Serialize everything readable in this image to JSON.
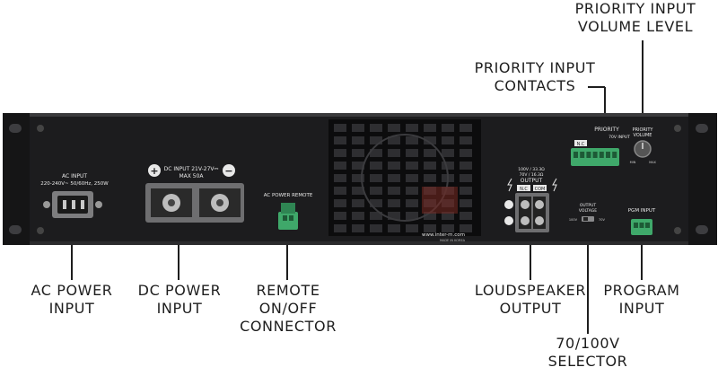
{
  "callouts": {
    "priority_volume": [
      "PRIORITY INPUT",
      "VOLUME LEVEL"
    ],
    "priority_contacts": [
      "PRIORITY INPUT",
      "CONTACTS"
    ],
    "ac_power": [
      "AC POWER",
      "INPUT"
    ],
    "dc_power": [
      "DC POWER",
      "INPUT"
    ],
    "remote": [
      "REMOTE",
      "ON/OFF",
      "CONNECTOR"
    ],
    "loudspeaker": [
      "LOUDSPEAKER",
      "OUTPUT"
    ],
    "program": [
      "PROGRAM",
      "INPUT"
    ],
    "selector": [
      "70/100V",
      "SELECTOR"
    ]
  },
  "panel_labels": {
    "ac_input": [
      "AC INPUT",
      "220-240V~ 50/60Hz, 250W"
    ],
    "dc_input": [
      "DC INPUT 21V-27V⎓",
      "MAX 50A"
    ],
    "ac_remote": "AC POWER REMOTE",
    "priority": "PRIORITY",
    "priority_sub": "70V  INPUT",
    "priority_nc": "N.C",
    "priority_vol": [
      "PRIORITY",
      "VOLUME"
    ],
    "vol_min": "MIN",
    "vol_max": "MAX",
    "output_spec": [
      "100V / 33.3Ω",
      "70V / 16.3Ω"
    ],
    "output": "OUTPUT",
    "out_nc": "N.C",
    "out_com": "COM",
    "output_voltage": [
      "OUTPUT",
      "VOLTAGE"
    ],
    "v100": "100V",
    "v70": "70V",
    "pgm_input": "PGM INPUT",
    "website": "www.inter-m.com",
    "made_in": "MADE IN KOREA",
    "plus": "+",
    "minus": "−"
  },
  "colors": {
    "panel": "#1c1c1e",
    "panel_edge": "#3a3a3c",
    "connector_green": "#3fa86a",
    "label_text": "#1e1e1e",
    "silk": "#e8e8e8"
  }
}
